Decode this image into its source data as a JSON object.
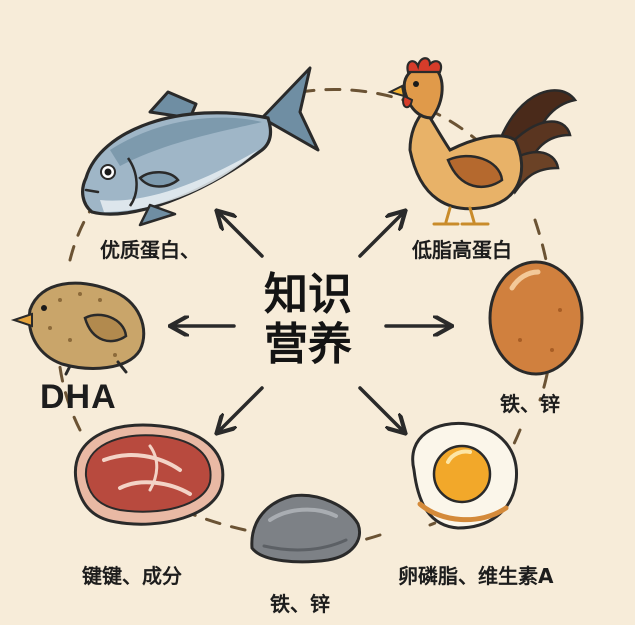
{
  "center": {
    "line1": "知识",
    "line2": "营养"
  },
  "labels": {
    "fish": "优质蛋白、",
    "chicken": "低脂高蛋白",
    "duck": "DHA",
    "egg": "铁、锌",
    "meat": "键键、成分",
    "stone": "铁、锌",
    "fried_egg": "卵磷脂、维生素A"
  },
  "colors": {
    "background": "#f7ecd9",
    "ink": "#2a2a2a",
    "dash": "#6b5334"
  }
}
